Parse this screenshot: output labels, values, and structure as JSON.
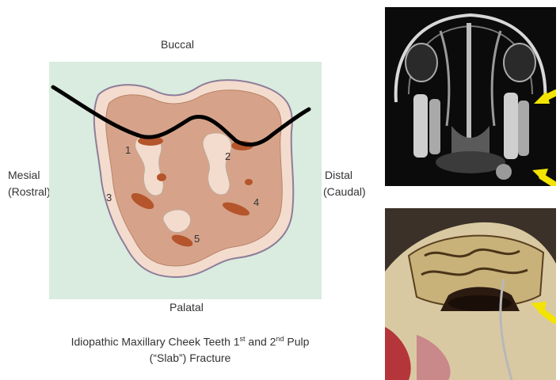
{
  "labels": {
    "buccal": "Buccal",
    "mesial": "Mesial",
    "mesial_paren": "(Rostral)",
    "distal": "Distal",
    "distal_paren": "(Caudal)",
    "palatal": "Palatal"
  },
  "pulp_numbers": [
    "1",
    "2",
    "3",
    "4",
    "5"
  ],
  "caption": {
    "line1_pre": "Idiopathic Maxillary Cheek Teeth 1",
    "sup1": "st",
    "line1_mid": " and 2",
    "sup2": "nd",
    "line1_post": " Pulp",
    "line2": "(“Slab”) Fracture"
  },
  "colors": {
    "diagram_bg": "#d9ecdf",
    "dentin": "#d6a38a",
    "pulp": "#b5552c",
    "fracture_line": "#000000",
    "arrow": "#f2e400"
  },
  "icons": [
    "arrow-icon",
    "arrow-icon",
    "arrow-icon"
  ]
}
